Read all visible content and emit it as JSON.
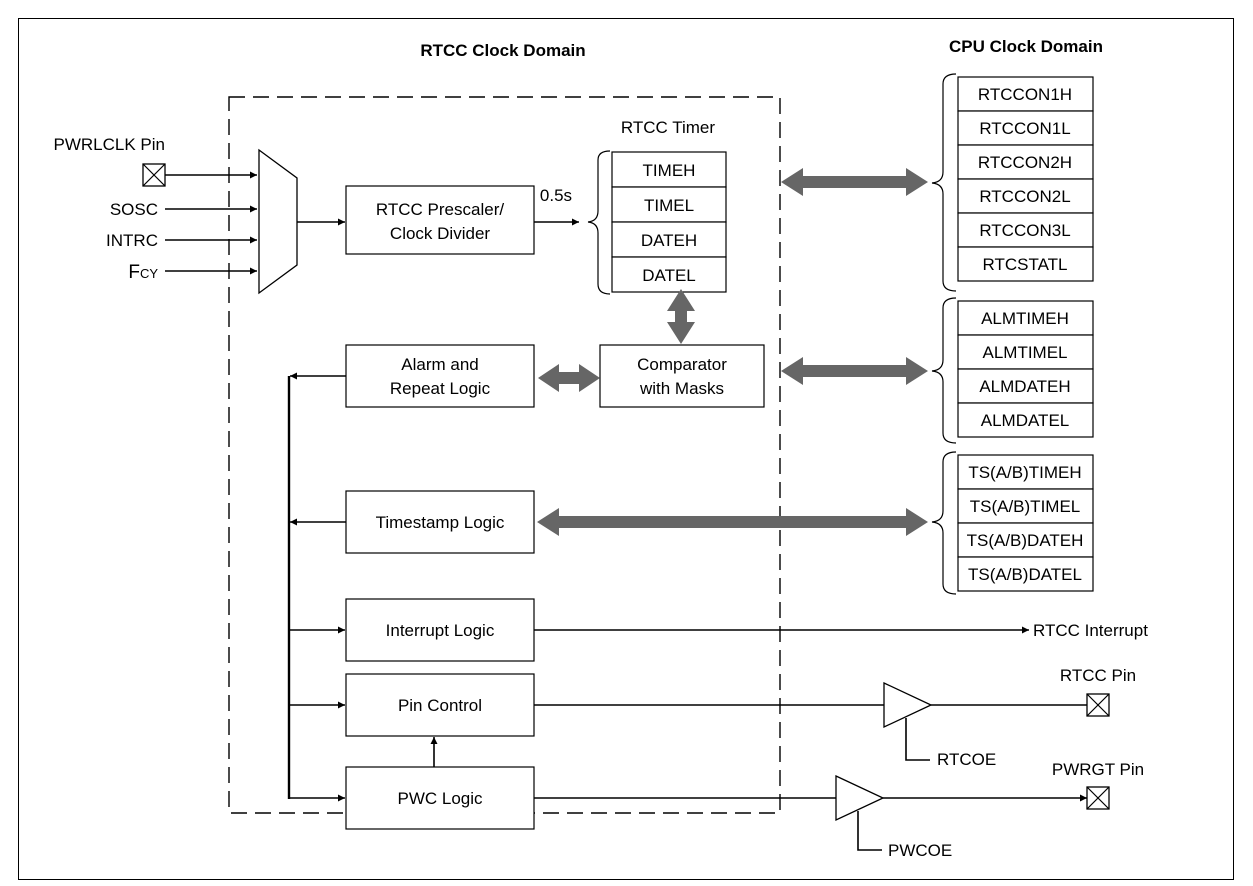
{
  "headers": {
    "rtcc_domain": "RTCC Clock Domain",
    "cpu_domain": "CPU Clock Domain"
  },
  "inputs": {
    "pwrlclk_pin": "PWRLCLK Pin",
    "sosc": "SOSC",
    "intrc": "INTRC",
    "fcy_main": "F",
    "fcy_sub": "CY"
  },
  "blocks": {
    "prescaler_line1": "RTCC Prescaler/",
    "prescaler_line2": "Clock Divider",
    "alarm_line1": "Alarm and",
    "alarm_line2": "Repeat Logic",
    "comparator_line1": "Comparator",
    "comparator_line2": "with Masks",
    "timestamp": "Timestamp Logic",
    "interrupt": "Interrupt Logic",
    "pin_control": "Pin Control",
    "pwc_logic": "PWC Logic"
  },
  "timer": {
    "title": "RTCC Timer",
    "rate": "0.5s",
    "registers": [
      "TIMEH",
      "TIMEL",
      "DATEH",
      "DATEL"
    ]
  },
  "control_registers": [
    "RTCCON1H",
    "RTCCON1L",
    "RTCCON2H",
    "RTCCON2L",
    "RTCCON3L",
    "RTCSTATL"
  ],
  "alarm_registers": [
    "ALMTIMEH",
    "ALMTIMEL",
    "ALMDATEH",
    "ALMDATEL"
  ],
  "timestamp_registers": [
    "TS(A/B)TIMEH",
    "TS(A/B)TIMEL",
    "TS(A/B)DATEH",
    "TS(A/B)DATEL"
  ],
  "outputs": {
    "rtcc_interrupt": "RTCC Interrupt",
    "rtcc_pin": "RTCC Pin",
    "rtcoe": "RTCOE",
    "pwrgt_pin": "PWRGT Pin",
    "pwcoe": "PWCOE"
  }
}
